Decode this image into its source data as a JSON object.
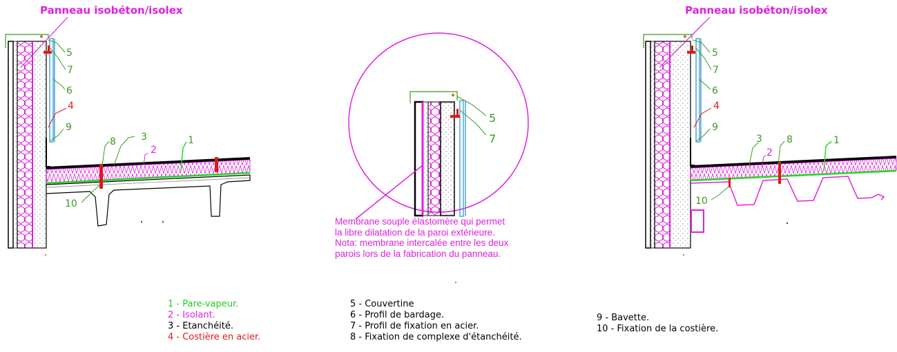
{
  "titles": {
    "left": "Panneau isobéton/isolex",
    "right": "Panneau isobéton/isolex"
  },
  "labels": {
    "left": {
      "n5": "5",
      "n7": "7",
      "n6": "6",
      "n4": "4",
      "n9": "9",
      "n3": "3",
      "n8": "8",
      "n2": "2",
      "n1": "1",
      "n10": "10"
    },
    "detail": {
      "n5": "5",
      "n7": "7"
    },
    "right": {
      "n5": "5",
      "n7": "7",
      "n6": "6",
      "n4": "4",
      "n9": "9",
      "n3": "3",
      "n8": "8",
      "n2": "2",
      "n1": "1",
      "n10": "10"
    }
  },
  "note": {
    "line1": "Membrane souple élastomère qui permet",
    "line2": "la libre dilatation de la paroi extérieure.",
    "line3": "Nota: membrane intercalée entre les deux",
    "line4": "parois lors de la fabrication du panneau."
  },
  "legend": {
    "col1": [
      "1 - Pare-vapeur.",
      "2 - Isolant.",
      "3 - Etanchéité.",
      "4 - Costière en acier."
    ],
    "col2": [
      "5 - Couvertine",
      "6 - Profil de bardage.",
      "7 - Profil de fixation en acier.",
      "8 - Fixation de complexe d'étanchéité."
    ],
    "col3": [
      "9 - Bavette.",
      "10 - Fixation de la costière."
    ]
  },
  "colors": {
    "magenta": "#e020e0",
    "green": "#3a9a22",
    "bright_green": "#22dd22",
    "red": "#e01818",
    "black": "#000000",
    "blue": "#3399cc"
  }
}
